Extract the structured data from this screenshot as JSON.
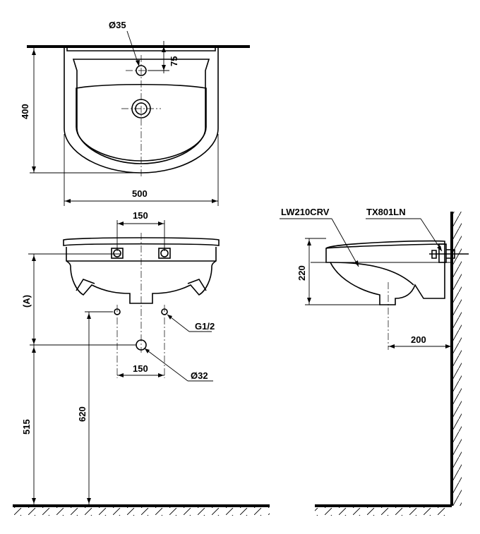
{
  "top_view": {
    "diameter_35": "Ø35",
    "dim_75": "75",
    "dim_400": "400",
    "dim_500": "500"
  },
  "front_view": {
    "dim_150_top": "150",
    "dim_150_bottom": "150",
    "dim_A": "(A)",
    "thread": "G1/2",
    "diameter_32": "Ø32",
    "dim_620": "620",
    "dim_515": "515"
  },
  "side_view": {
    "model_basin": "LW210CRV",
    "model_bracket": "TX801LN",
    "dim_220": "220",
    "dim_200": "200"
  }
}
